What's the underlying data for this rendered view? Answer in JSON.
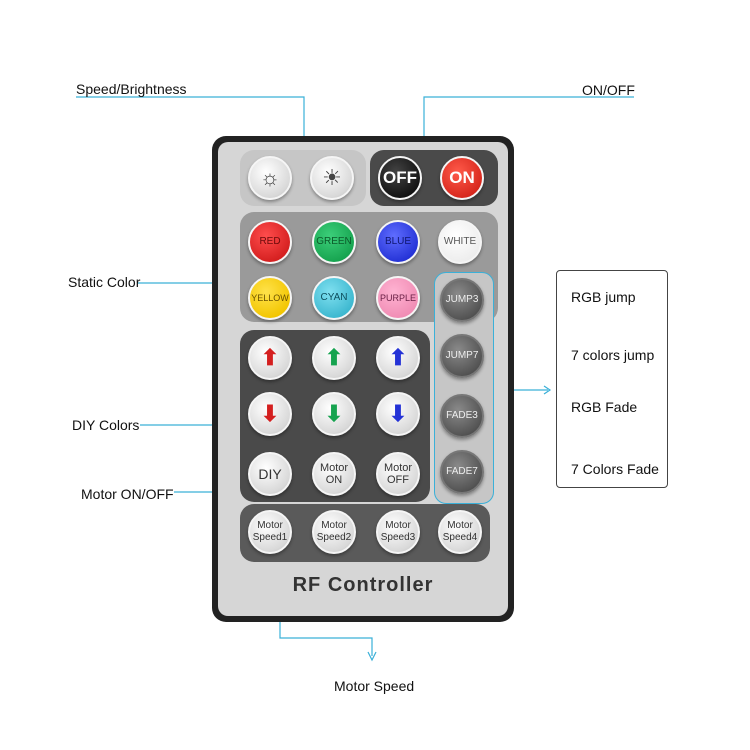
{
  "callouts": {
    "speed_brightness": "Speed/Brightness",
    "on_off": "ON/OFF",
    "static_color": "Static Color",
    "diy_colors": "DIY Colors",
    "motor_on_off": "Motor ON/OFF",
    "motor_speed": "Motor Speed"
  },
  "remote": {
    "brand": "RF Controller",
    "buttons": {
      "off": "OFF",
      "on": "ON",
      "red": "RED",
      "green": "GREEN",
      "blue": "BLUE",
      "white": "WHITE",
      "yellow": "YELLOW",
      "cyan": "CYAN",
      "purple": "PURPLE",
      "jump3": "JUMP3",
      "jump7": "JUMP7",
      "fade3": "FADE3",
      "fade7": "FADE7",
      "diy": "DIY",
      "motor_on": "Motor ON",
      "motor_off": "Motor OFF",
      "motor_speed1": "Motor Speed1",
      "motor_speed2": "Motor Speed2",
      "motor_speed3": "Motor Speed3",
      "motor_speed4": "Motor Speed4"
    }
  },
  "legend": {
    "items": [
      "RGB jump",
      "7 colors jump",
      "RGB Fade",
      "7 Colors Fade"
    ]
  },
  "colors": {
    "callout_line": "#3ab0d8",
    "remote_body": "#222222",
    "remote_face": "#d6d6d6"
  }
}
